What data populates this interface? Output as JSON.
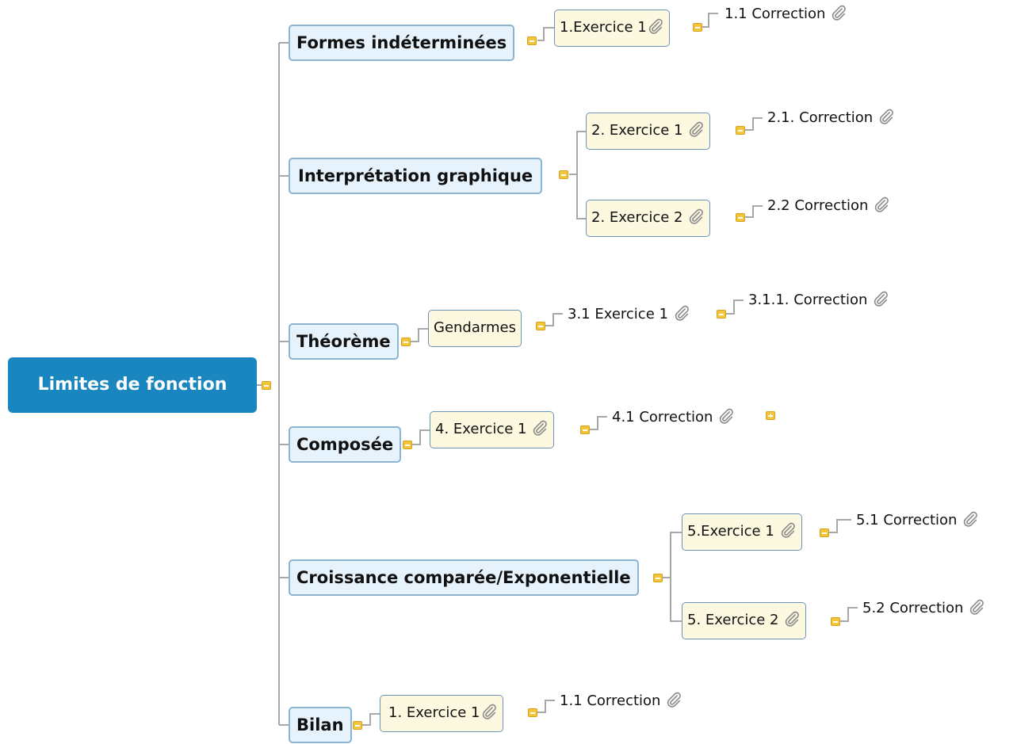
{
  "root": {
    "label": "Limites de fonction"
  },
  "branches": [
    {
      "label": "Formes indéterminées",
      "items": [
        {
          "label": "1.Exercice 1",
          "correction": "1.1 Correction"
        }
      ]
    },
    {
      "label": "Interprétation graphique",
      "items": [
        {
          "label": "2. Exercice 1",
          "correction": "2.1. Correction"
        },
        {
          "label": "2. Exercice 2",
          "correction": "2.2 Correction"
        }
      ]
    },
    {
      "label": "Théorème",
      "child": "Gendarmes",
      "exercise": "3.1 Exercice 1",
      "correction": "3.1.1. Correction"
    },
    {
      "label": "Composée",
      "items": [
        {
          "label": "4. Exercice 1",
          "correction": "4.1 Correction"
        }
      ]
    },
    {
      "label": "Croissance comparée/Exponentielle",
      "items": [
        {
          "label": "5.Exercice 1",
          "correction": "5.1 Correction"
        },
        {
          "label": "5. Exercice 2",
          "correction": "5.2 Correction"
        }
      ]
    },
    {
      "label": "Bilan",
      "items": [
        {
          "label": "1. Exercice 1",
          "correction": "1.1 Correction"
        }
      ]
    }
  ],
  "colors": {
    "root": "#1a86bf",
    "topic": "#e6f3fc",
    "subtopic": "#fdf9e1",
    "toggle": "#f3c53b",
    "connector": "#a8a8a8"
  },
  "icons": {
    "attachment": "paperclip-icon",
    "collapse": "collapse-toggle-icon",
    "expand": "expand-toggle-icon"
  }
}
